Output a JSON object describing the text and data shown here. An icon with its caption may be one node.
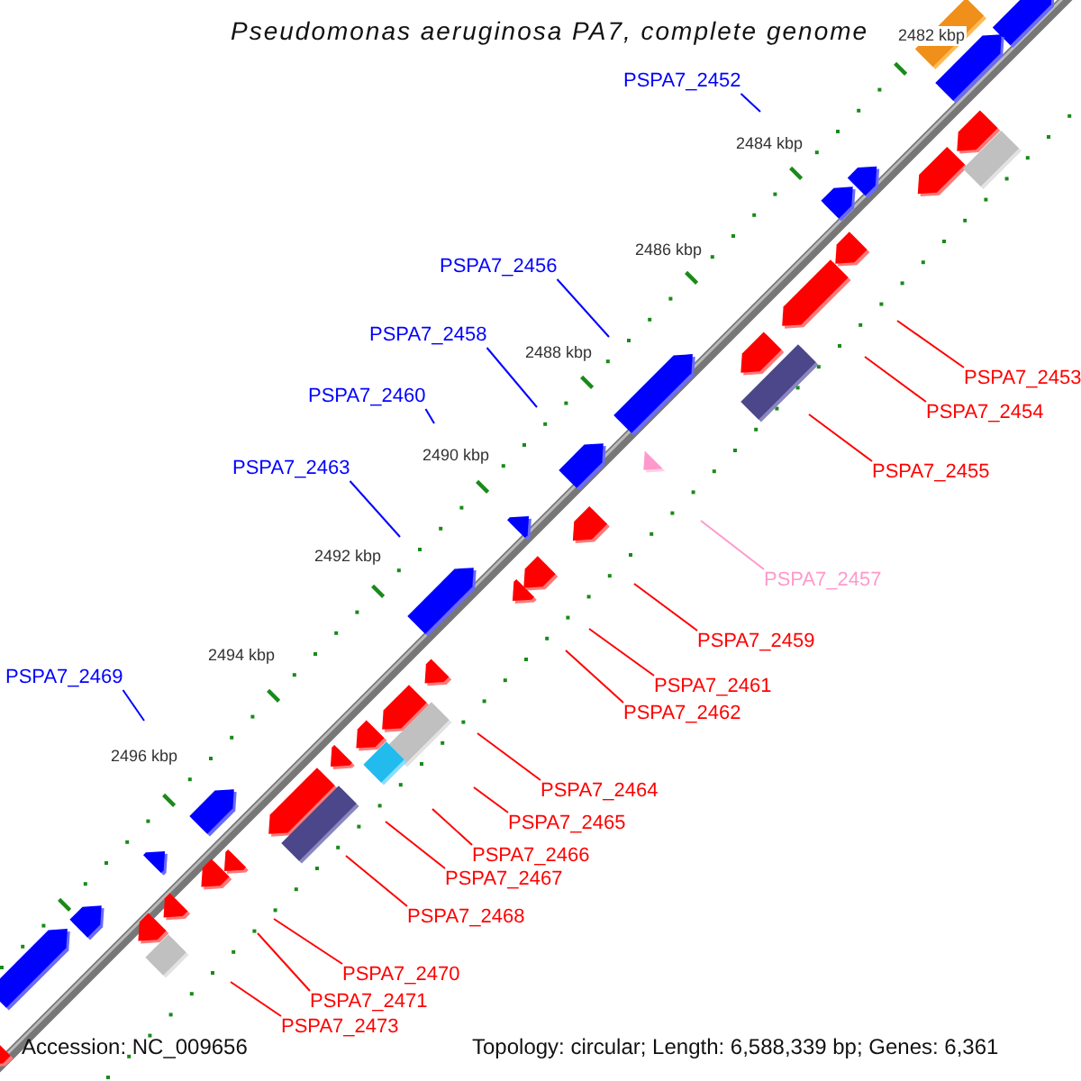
{
  "diagram": {
    "title": "Pseudomonas aeruginosa PA7, complete genome",
    "nodes": [
      {
        "text": [
          "PSPA7_2452"
        ]
      },
      {
        "text": [
          "PSPA7_2456"
        ]
      },
      {
        "text": [
          "PSPA7_2458"
        ]
      },
      {
        "text": [
          "PSPA7_2453"
        ]
      },
      {
        "text": [
          "PSPA7_2460"
        ]
      },
      {
        "text": [
          "PSPA7_2454"
        ]
      },
      {
        "text": [
          "PSPA7_2463"
        ]
      },
      {
        "text": [
          "PSPA7_2455"
        ]
      },
      {
        "text": [
          "PSPA7_2457"
        ]
      },
      {
        "text": [
          "PSPA7_2459"
        ]
      },
      {
        "text": [
          "PSPA7_2469"
        ]
      },
      {
        "text": [
          "PSPA7_2461"
        ]
      },
      {
        "text": [
          "PSPA7_2462"
        ]
      },
      {
        "text": [
          "PSPA7_2464"
        ]
      },
      {
        "text": [
          "PSPA7_2465"
        ]
      },
      {
        "text": [
          "PSPA7_2466"
        ]
      },
      {
        "text": [
          "PSPA7_2467"
        ]
      },
      {
        "text": [
          "PSPA7_2468"
        ]
      },
      {
        "text": [
          "PSPA7_2470"
        ]
      },
      {
        "text": [
          "PSPA7_2471"
        ]
      },
      {
        "text": [
          "PSPA7_2473"
        ]
      }
    ],
    "edges": [
      {
        "from": 0,
        "to": null,
        "arrow": "none",
        "color": "#0000ff"
      },
      {
        "from": 1,
        "to": null,
        "arrow": "none",
        "color": "#0000ff"
      },
      {
        "from": 2,
        "to": null,
        "arrow": "none",
        "color": "#0000ff"
      },
      {
        "from": 3,
        "to": null,
        "arrow": "none"
      },
      {
        "from": 4,
        "to": null,
        "arrow": "none",
        "color": "#0000ff"
      },
      {
        "from": 5,
        "to": null,
        "arrow": "none"
      },
      {
        "from": 6,
        "to": null,
        "arrow": "none",
        "color": "#0000ff"
      },
      {
        "from": 7,
        "to": null,
        "arrow": "none"
      },
      {
        "from": 8,
        "to": null,
        "arrow": "none",
        "color": "#ff99cc"
      },
      {
        "from": 9,
        "to": null,
        "arrow": "none"
      },
      {
        "from": 10,
        "to": null,
        "arrow": "none",
        "color": "#0000ff"
      },
      {
        "from": 11,
        "to": null,
        "arrow": "none"
      },
      {
        "from": 12,
        "to": null,
        "arrow": "none"
      },
      {
        "from": 13,
        "to": null,
        "arrow": "none"
      },
      {
        "from": 14,
        "to": null,
        "arrow": "none"
      },
      {
        "from": 15,
        "to": null,
        "arrow": "none"
      },
      {
        "from": 16,
        "to": null,
        "arrow": "none"
      },
      {
        "from": 17,
        "to": null,
        "arrow": "none"
      },
      {
        "from": 18,
        "to": null,
        "arrow": "none"
      },
      {
        "from": 19,
        "to": null,
        "arrow": "none"
      },
      {
        "from": 20,
        "to": null,
        "arrow": "none"
      }
    ],
    "labels": [
      "2482 kbp",
      "2484 kbp",
      "2486 kbp",
      "2488 kbp",
      "2490 kbp",
      "2492 kbp",
      "2494 kbp",
      "2496 kbp",
      "Accession: NC_009656",
      "Topology: circular; Length: 6,588,339 bp; Genes: 6,361"
    ]
  }
}
